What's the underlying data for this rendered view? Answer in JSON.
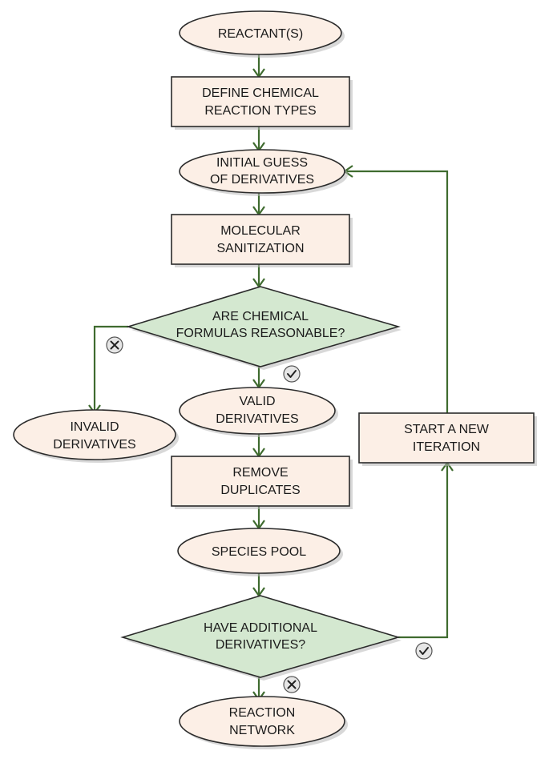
{
  "colors": {
    "node_fill": "#fcefe6",
    "decision_fill": "#d4e8d0",
    "arrow": "#3f6b2f",
    "outline": "#2b2b2b"
  },
  "nodes": {
    "reactants": [
      "REACTANT(S)"
    ],
    "define_types": [
      "DEFINE CHEMICAL",
      "REACTION TYPES"
    ],
    "initial_guess": [
      "INITIAL GUESS",
      "OF DERIVATIVES"
    ],
    "sanitization": [
      "MOLECULAR",
      "SANITIZATION"
    ],
    "formulas_check": [
      "ARE CHEMICAL",
      "FORMULAS REASONABLE?"
    ],
    "invalid": [
      "INVALID",
      "DERIVATIVES"
    ],
    "valid": [
      "VALID",
      "DERIVATIVES"
    ],
    "remove_dup": [
      "REMOVE",
      "DUPLICATES"
    ],
    "species_pool": [
      "SPECIES POOL"
    ],
    "additional_check": [
      "HAVE ADDITIONAL",
      "DERIVATIVES?"
    ],
    "new_iteration": [
      "START A NEW",
      "ITERATION"
    ],
    "reaction_network": [
      "REACTION",
      "NETWORK"
    ]
  },
  "badges": {
    "formulas_no": "cross-icon",
    "formulas_yes": "check-icon",
    "additional_yes": "check-icon",
    "additional_no": "cross-icon"
  }
}
